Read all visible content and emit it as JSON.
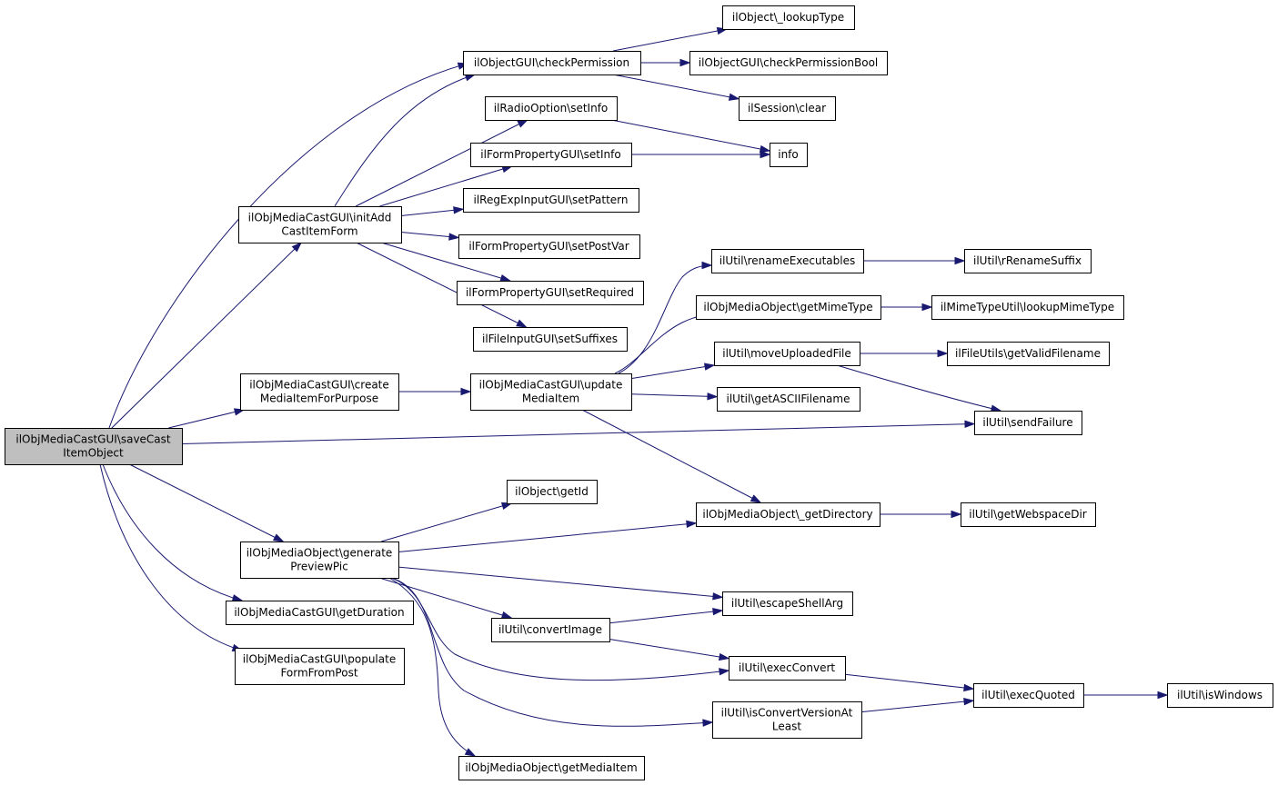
{
  "diagram": {
    "root": "saveCastItemObject",
    "nodes": [
      {
        "id": "saveCastItemObject",
        "lines": [
          "ilObjMediaCastGUI\\saveCast",
          "ItemObject"
        ],
        "root": true
      },
      {
        "id": "checkPermission",
        "lines": [
          "ilObjectGUI\\checkPermission"
        ]
      },
      {
        "id": "lookupType",
        "lines": [
          "ilObject\\_lookupType"
        ]
      },
      {
        "id": "checkPermissionBool",
        "lines": [
          "ilObjectGUI\\checkPermissionBool"
        ]
      },
      {
        "id": "sessionClear",
        "lines": [
          "ilSession\\clear"
        ]
      },
      {
        "id": "radioSetInfo",
        "lines": [
          "ilRadioOption\\setInfo"
        ]
      },
      {
        "id": "info",
        "lines": [
          "info"
        ]
      },
      {
        "id": "formPropSetInfo",
        "lines": [
          "ilFormPropertyGUI\\setInfo"
        ]
      },
      {
        "id": "setPattern",
        "lines": [
          "ilRegExpInputGUI\\setPattern"
        ]
      },
      {
        "id": "initAddCastItemForm",
        "lines": [
          "ilObjMediaCastGUI\\initAdd",
          "CastItemForm"
        ]
      },
      {
        "id": "setPostVar",
        "lines": [
          "ilFormPropertyGUI\\setPostVar"
        ]
      },
      {
        "id": "setRequired",
        "lines": [
          "ilFormPropertyGUI\\setRequired"
        ]
      },
      {
        "id": "setSuffixes",
        "lines": [
          "ilFileInputGUI\\setSuffixes"
        ]
      },
      {
        "id": "renameExecutables",
        "lines": [
          "ilUtil\\renameExecutables"
        ]
      },
      {
        "id": "rRenameSuffix",
        "lines": [
          "ilUtil\\rRenameSuffix"
        ]
      },
      {
        "id": "getMimeType",
        "lines": [
          "ilObjMediaObject\\getMimeType"
        ]
      },
      {
        "id": "lookupMimeType",
        "lines": [
          "ilMimeTypeUtil\\lookupMimeType"
        ]
      },
      {
        "id": "moveUploadedFile",
        "lines": [
          "ilUtil\\moveUploadedFile"
        ]
      },
      {
        "id": "getValidFilename",
        "lines": [
          "ilFileUtils\\getValidFilename"
        ]
      },
      {
        "id": "createMediaItemForPurpose",
        "lines": [
          "ilObjMediaCastGUI\\create",
          "MediaItemForPurpose"
        ]
      },
      {
        "id": "updateMediaItem",
        "lines": [
          "ilObjMediaCastGUI\\update",
          "MediaItem"
        ]
      },
      {
        "id": "getASCIIFilename",
        "lines": [
          "ilUtil\\getASCIIFilename"
        ]
      },
      {
        "id": "sendFailure",
        "lines": [
          "ilUtil\\sendFailure"
        ]
      },
      {
        "id": "getId",
        "lines": [
          "ilObject\\getId"
        ]
      },
      {
        "id": "getDirectory",
        "lines": [
          "ilObjMediaObject\\_getDirectory"
        ]
      },
      {
        "id": "getWebspaceDir",
        "lines": [
          "ilUtil\\getWebspaceDir"
        ]
      },
      {
        "id": "generatePreviewPic",
        "lines": [
          "ilObjMediaObject\\generate",
          "PreviewPic"
        ]
      },
      {
        "id": "escapeShellArg",
        "lines": [
          "ilUtil\\escapeShellArg"
        ]
      },
      {
        "id": "getDuration",
        "lines": [
          "ilObjMediaCastGUI\\getDuration"
        ]
      },
      {
        "id": "convertImage",
        "lines": [
          "ilUtil\\convertImage"
        ]
      },
      {
        "id": "populateFormFromPost",
        "lines": [
          "ilObjMediaCastGUI\\populate",
          "FormFromPost"
        ]
      },
      {
        "id": "execConvert",
        "lines": [
          "ilUtil\\execConvert"
        ]
      },
      {
        "id": "execQuoted",
        "lines": [
          "ilUtil\\execQuoted"
        ]
      },
      {
        "id": "isWindows",
        "lines": [
          "ilUtil\\isWindows"
        ]
      },
      {
        "id": "isConvertVersionAtLeast",
        "lines": [
          "ilUtil\\isConvertVersionAt",
          "Least"
        ]
      },
      {
        "id": "getMediaItem",
        "lines": [
          "ilObjMediaObject\\getMediaItem"
        ]
      }
    ],
    "edges": [
      {
        "from": "saveCastItemObject",
        "to": "checkPermission"
      },
      {
        "from": "saveCastItemObject",
        "to": "initAddCastItemForm"
      },
      {
        "from": "saveCastItemObject",
        "to": "createMediaItemForPurpose"
      },
      {
        "from": "saveCastItemObject",
        "to": "sendFailure"
      },
      {
        "from": "saveCastItemObject",
        "to": "generatePreviewPic"
      },
      {
        "from": "saveCastItemObject",
        "to": "getDuration"
      },
      {
        "from": "saveCastItemObject",
        "to": "populateFormFromPost"
      },
      {
        "from": "checkPermission",
        "to": "lookupType"
      },
      {
        "from": "checkPermission",
        "to": "checkPermissionBool"
      },
      {
        "from": "checkPermission",
        "to": "sessionClear"
      },
      {
        "from": "radioSetInfo",
        "to": "info"
      },
      {
        "from": "formPropSetInfo",
        "to": "info"
      },
      {
        "from": "initAddCastItemForm",
        "to": "checkPermission"
      },
      {
        "from": "initAddCastItemForm",
        "to": "radioSetInfo"
      },
      {
        "from": "initAddCastItemForm",
        "to": "formPropSetInfo"
      },
      {
        "from": "initAddCastItemForm",
        "to": "setPattern"
      },
      {
        "from": "initAddCastItemForm",
        "to": "setPostVar"
      },
      {
        "from": "initAddCastItemForm",
        "to": "setRequired"
      },
      {
        "from": "initAddCastItemForm",
        "to": "setSuffixes"
      },
      {
        "from": "createMediaItemForPurpose",
        "to": "updateMediaItem"
      },
      {
        "from": "updateMediaItem",
        "to": "renameExecutables"
      },
      {
        "from": "updateMediaItem",
        "to": "getMimeType"
      },
      {
        "from": "updateMediaItem",
        "to": "moveUploadedFile"
      },
      {
        "from": "updateMediaItem",
        "to": "getASCIIFilename"
      },
      {
        "from": "updateMediaItem",
        "to": "getDirectory"
      },
      {
        "from": "renameExecutables",
        "to": "rRenameSuffix"
      },
      {
        "from": "getMimeType",
        "to": "lookupMimeType"
      },
      {
        "from": "moveUploadedFile",
        "to": "getValidFilename"
      },
      {
        "from": "moveUploadedFile",
        "to": "sendFailure"
      },
      {
        "from": "getDirectory",
        "to": "getWebspaceDir"
      },
      {
        "from": "generatePreviewPic",
        "to": "getId"
      },
      {
        "from": "generatePreviewPic",
        "to": "getDirectory"
      },
      {
        "from": "generatePreviewPic",
        "to": "escapeShellArg"
      },
      {
        "from": "generatePreviewPic",
        "to": "convertImage"
      },
      {
        "from": "generatePreviewPic",
        "to": "execConvert"
      },
      {
        "from": "generatePreviewPic",
        "to": "isConvertVersionAtLeast"
      },
      {
        "from": "generatePreviewPic",
        "to": "getMediaItem"
      },
      {
        "from": "convertImage",
        "to": "escapeShellArg"
      },
      {
        "from": "convertImage",
        "to": "execConvert"
      },
      {
        "from": "execConvert",
        "to": "execQuoted"
      },
      {
        "from": "isConvertVersionAtLeast",
        "to": "execQuoted"
      },
      {
        "from": "execQuoted",
        "to": "isWindows"
      }
    ]
  },
  "colors": {
    "edge": "#191970",
    "root_fill": "#bfbfbf",
    "node_fill": "#ffffff",
    "node_stroke": "#000000"
  }
}
